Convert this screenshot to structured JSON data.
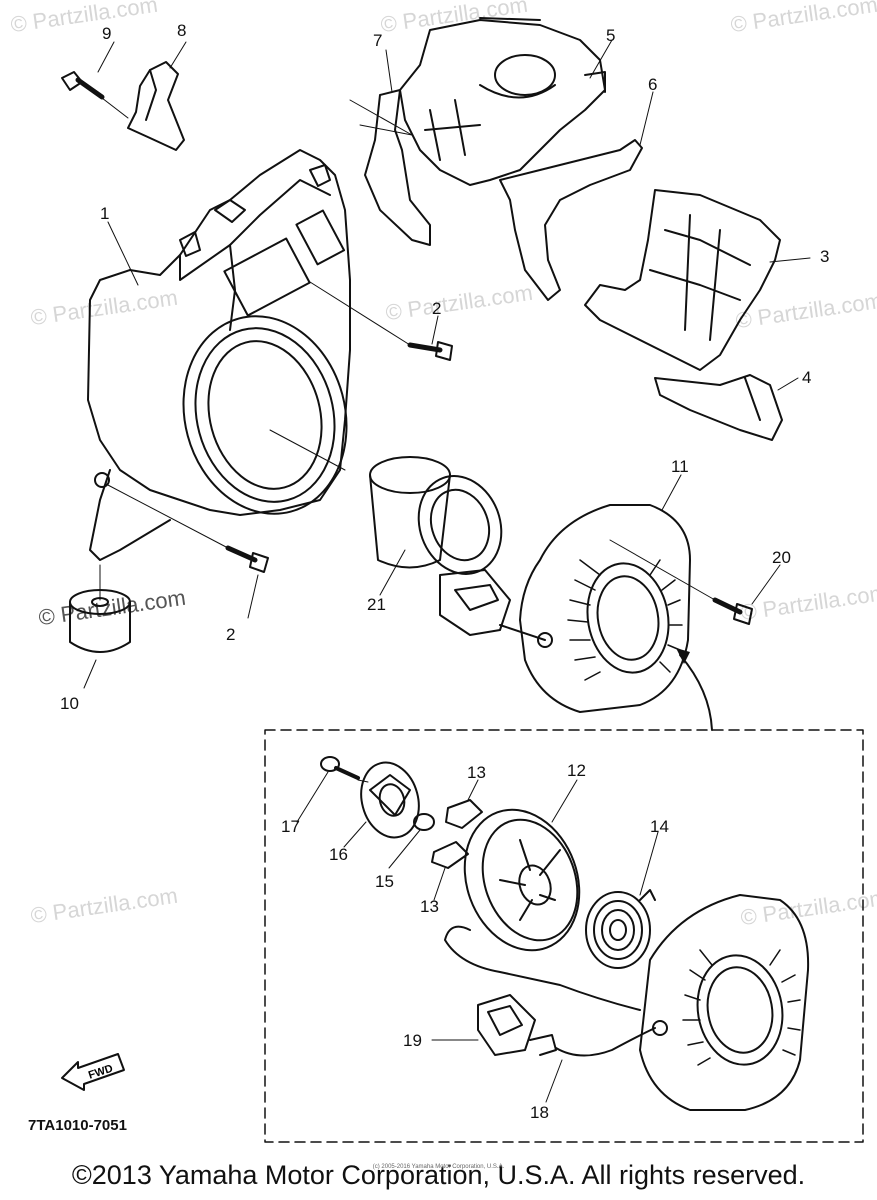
{
  "watermarks": [
    "© Partzilla.com",
    "© Partzilla.com",
    "© Partzilla.com",
    "© Partzilla.com",
    "© Partzilla.com",
    "© Partzilla.com",
    "© Partzilla.com",
    "© Partzilla.com",
    "© Partzilla.com",
    "© Partzilla.com"
  ],
  "callouts": {
    "c1": "1",
    "c2a": "2",
    "c2b": "2",
    "c3": "3",
    "c4": "4",
    "c5": "5",
    "c6": "6",
    "c7": "7",
    "c8": "8",
    "c9": "9",
    "c10": "10",
    "c11": "11",
    "c12": "12",
    "c13a": "13",
    "c13b": "13",
    "c14": "14",
    "c15": "15",
    "c16": "16",
    "c17": "17",
    "c18": "18",
    "c19": "19",
    "c20": "20",
    "c21": "21"
  },
  "fwd_label": "FWD",
  "part_code": "7TA1010-7051",
  "copyright": "©2013 Yamaha Motor Corporation, U.S.A. All rights reserved.",
  "tiny_notice": "(c) 2005-2016 Yamaha Motor Corporation, U.S.A."
}
